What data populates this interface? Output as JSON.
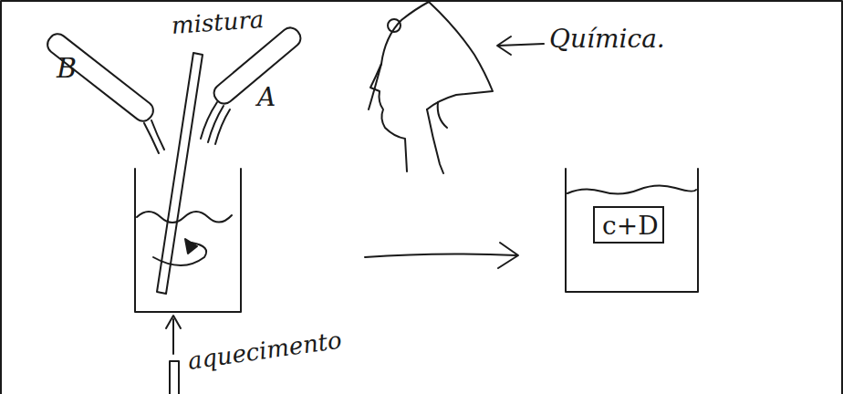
{
  "diagram": {
    "nodes": [
      {
        "text": [
          "c+D"
        ]
      }
    ],
    "labels": [
      "B",
      "mistura",
      "A",
      "Química.",
      "aquecimento"
    ]
  }
}
